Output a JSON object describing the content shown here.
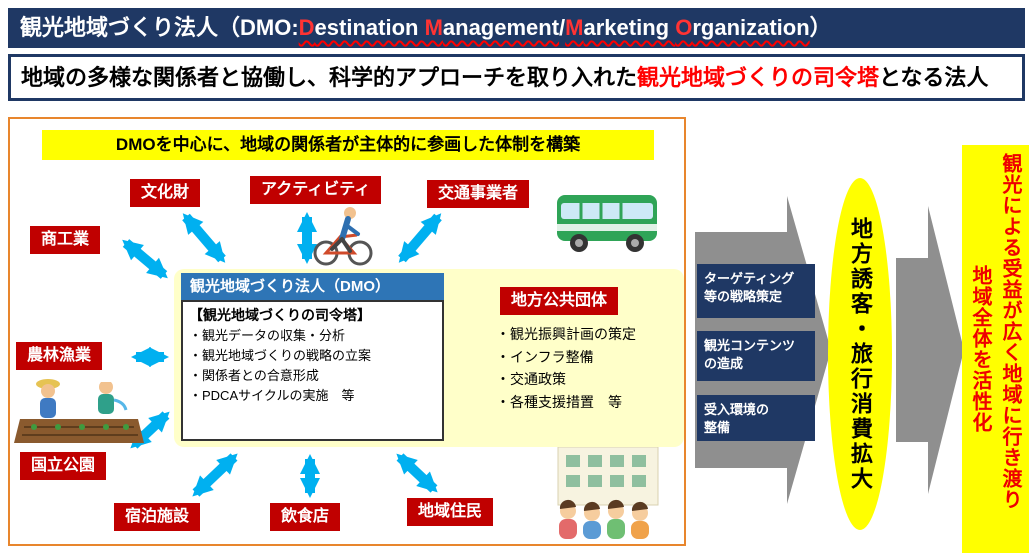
{
  "colors": {
    "header_navy": "#1F3864",
    "accent_red": "#FF0000",
    "label_red": "#C00000",
    "arrow_blue": "#00B0F0",
    "panel_yellow": "#FFFFC9",
    "highlight_yellow": "#FFFF00",
    "frame_orange": "#E8862D",
    "dmo_blue": "#2E75B6",
    "flow_gray": "#8F8F8F"
  },
  "header": {
    "bar1": {
      "prefix": "観光地域づくり法人（DMO:",
      "d_cap": "D",
      "d_rest": "estination ",
      "m1_cap": "M",
      "m1_rest": "anagement",
      "slash": "/",
      "m2_cap": "M",
      "m2_rest": "arketing ",
      "o_cap": "O",
      "o_rest": "rganization",
      "suffix": "）"
    },
    "bar2": {
      "lead": "地域の多様な関係者と協働し、科学的アプローチを取り入れた",
      "highlight": "観光地域づくりの司令塔",
      "tail": "となる法人"
    }
  },
  "diagram": {
    "title": "DMOを中心に、地域の関係者が主体的に参画した体制を構築",
    "stakeholders": {
      "culture": "文化財",
      "activity": "アクティビティ",
      "transport": "交通事業者",
      "commerce": "商工業",
      "agriculture": "農林漁業",
      "national_park": "国立公園",
      "lodging": "宿泊施設",
      "restaurant": "飲食店",
      "residents": "地域住民"
    },
    "center": {
      "dmo_title": "観光地域づくり法人（DMO）",
      "dmo_heading": "【観光地域づくりの司令塔】",
      "dmo_items": [
        "・観光データの収集・分析",
        "・観光地域づくりの戦略の立案",
        "・関係者との合意形成",
        "・PDCAサイクルの実施　等"
      ],
      "gov_title": "地方公共団体",
      "gov_items": [
        "・観光振興計画の策定",
        "・インフラ整備",
        "・交通政策",
        "・各種支援措置　等"
      ]
    }
  },
  "flow": {
    "steps": [
      "ターゲティング\n等の戦略策定",
      "観光コンテンツ\nの造成",
      "受入環境の\n整備"
    ],
    "outcome_oval": "地方誘客・旅行消費拡大",
    "result_line1": "観光による受益が広く地域に行き渡り",
    "result_line2": "地域全体を活性化"
  },
  "icons": {
    "bus": "bus-illustration",
    "cyclist": "cyclist-illustration",
    "farmers": "farmers-illustration",
    "residents": "residents-illustration",
    "flow_arrow": "gray-right-arrow",
    "link_arrow": "blue-double-arrow"
  }
}
